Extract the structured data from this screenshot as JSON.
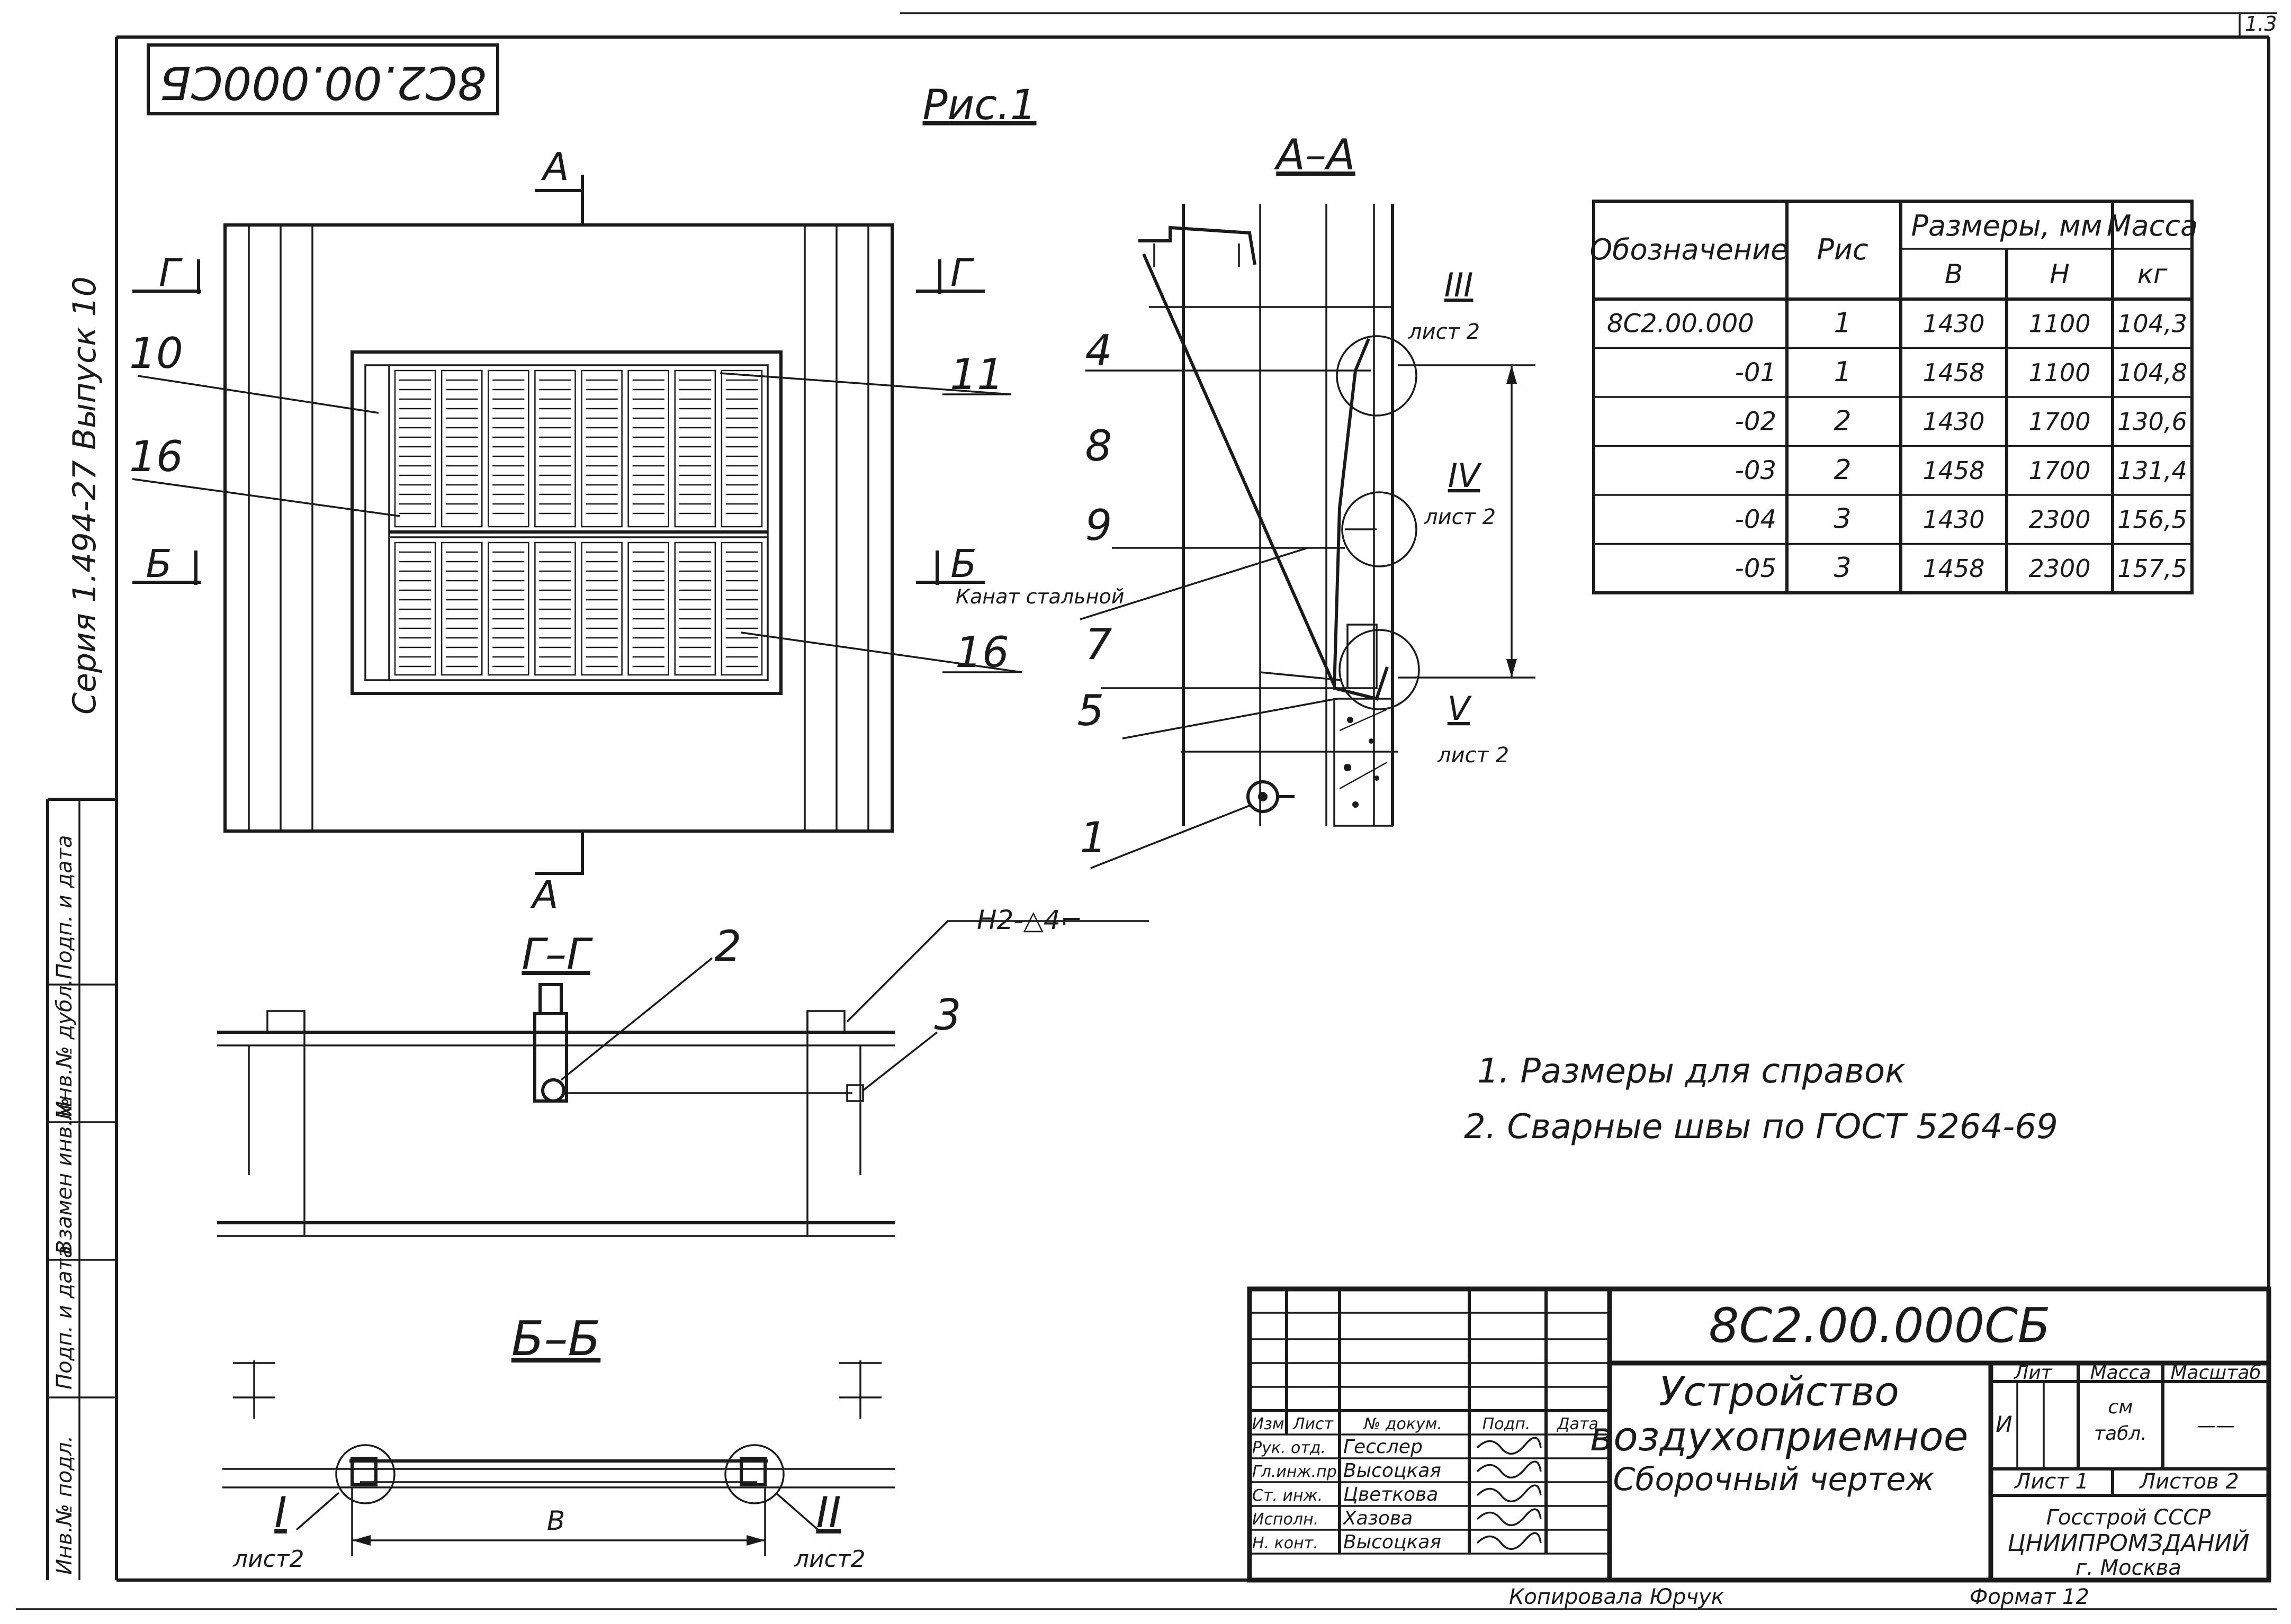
{
  "page_mark": "1.3",
  "rotated_code": "8С2.00.000СБ",
  "figure_label": "Рис.1",
  "side_stamp": {
    "series": "Серия   1.494-27   Выпуск   10",
    "fields": [
      "Инв.№ подл.",
      "Подп. и дата",
      "Взамен инв.№",
      "Инв.№ дубл.",
      "Подп. и дата"
    ]
  },
  "views": {
    "front": {
      "section_a_top": "А",
      "section_a_bottom": "А",
      "section_g_left": "Г",
      "section_g_right": "Г",
      "section_b_left": "Б",
      "section_b_right": "Б",
      "callouts": [
        "10",
        "16",
        "11",
        "16"
      ]
    },
    "section_aa": {
      "title": "А–А",
      "callouts": [
        "4",
        "8",
        "9",
        "7",
        "5",
        "1"
      ],
      "rope_label": "Канат стальной",
      "detail_refs": [
        {
          "roman": "III",
          "sheet": "лист 2"
        },
        {
          "roman": "IV",
          "sheet": "лист 2"
        },
        {
          "roman": "V",
          "sheet": "лист 2"
        }
      ]
    },
    "section_gg": {
      "title": "Г–Г",
      "callouts": [
        "2",
        "3"
      ],
      "weld_symbol": "Н2-△4⌐"
    },
    "section_bb": {
      "title": "Б–Б",
      "dim_b": "В",
      "detail_refs": [
        {
          "roman": "I",
          "sheet": "лист2"
        },
        {
          "roman": "II",
          "sheet": "лист2"
        }
      ]
    }
  },
  "table": {
    "headers": {
      "designation": "Обозначение",
      "fig": "Рис",
      "dims": "Размеры, мм",
      "mass": "Масса",
      "b": "В",
      "h": "Н",
      "kg": "кг"
    },
    "rows": [
      {
        "designation": "8С2.00.000",
        "fig": "1",
        "b": "1430",
        "h": "1100",
        "mass": "104,3"
      },
      {
        "designation": "-01",
        "fig": "1",
        "b": "1458",
        "h": "1100",
        "mass": "104,8"
      },
      {
        "designation": "-02",
        "fig": "2",
        "b": "1430",
        "h": "1700",
        "mass": "130,6"
      },
      {
        "designation": "-03",
        "fig": "2",
        "b": "1458",
        "h": "1700",
        "mass": "131,4"
      },
      {
        "designation": "-04",
        "fig": "3",
        "b": "1430",
        "h": "2300",
        "mass": "156,5"
      },
      {
        "designation": "-05",
        "fig": "3",
        "b": "1458",
        "h": "2300",
        "mass": "157,5"
      }
    ]
  },
  "notes": [
    "1. Размеры   для   справок",
    "2. Сварные   швы   по  ГОСТ   5264-69"
  ],
  "title_block": {
    "code": "8С2.00.000СБ",
    "name_line1": "Устройство",
    "name_line2": "воздухоприемное",
    "name_line3": "Сборочный   чертеж",
    "col_headers": [
      "Изм",
      "Лист",
      "№ докум.",
      "Подп.",
      "Дата"
    ],
    "people": [
      {
        "role": "Рук. отд.",
        "name": "Гесслер"
      },
      {
        "role": "Гл.инж.пр.",
        "name": "Высоцкая"
      },
      {
        "role": "Ст. инж.",
        "name": "Цветкова"
      },
      {
        "role": "Исполн.",
        "name": "Хазова"
      },
      {
        "role": "Н. конт.",
        "name": "Высоцкая"
      }
    ],
    "lit_label": "Лит",
    "lit_value": "И",
    "mass_label": "Масса",
    "mass_value_1": "см",
    "mass_value_2": "табл.",
    "scale_label": "Масштаб",
    "scale_value": "——",
    "sheet": "Лист  1",
    "sheets": "Листов  2",
    "org_line1": "Госстрой   СССР",
    "org_line2": "ЦНИИПРОМЗДАНИЙ",
    "org_line3": "г. Москва"
  },
  "footer": {
    "copied": "Копировала   Юрчук",
    "format": "Формат   12"
  }
}
